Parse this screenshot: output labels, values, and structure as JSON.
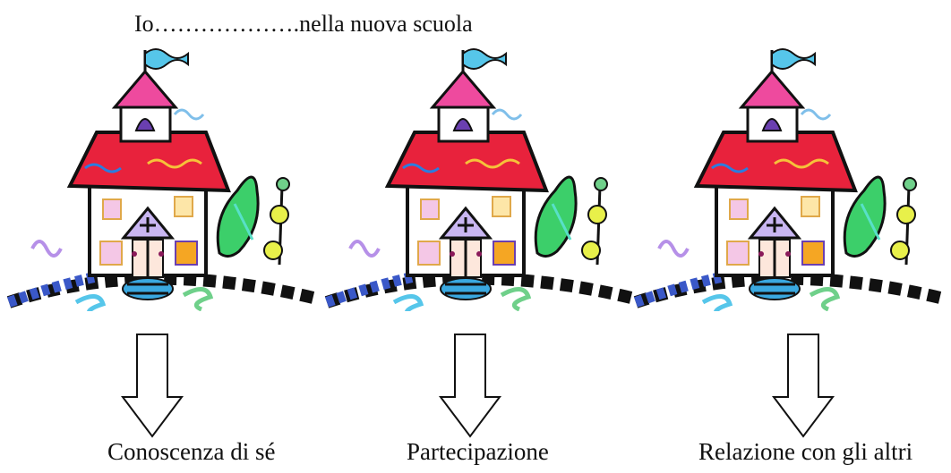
{
  "page": {
    "title": "Io……………….nella nuova scuola"
  },
  "panels": [
    {
      "caption": "Conoscenza di sé"
    },
    {
      "caption": "Partecipazione"
    },
    {
      "caption": "Relazione con gli altri"
    }
  ],
  "colors": {
    "roof": "#e8223c",
    "tower_roof": "#ee4a9e",
    "bell": "#6a3fb0",
    "tree": "#3ccf6a",
    "path_blue": "#3a58c8",
    "step_blue": "#3aa8e0",
    "scribble_purple": "#b690e8",
    "scribble_green": "#6fd08a",
    "scribble_cyan": "#56c6ea"
  },
  "icons": [
    "school-house-illustration",
    "down-arrow-icon"
  ]
}
